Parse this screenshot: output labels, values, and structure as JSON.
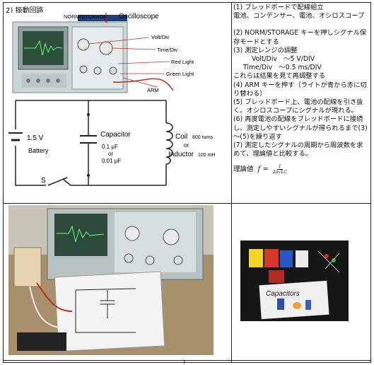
{
  "heading": "2) 振動回路",
  "diagram": {
    "labels": {
      "norm_storage": "NORM/STORAGE",
      "oscilloscope": "Oscilloscope",
      "volt_div": "Volt/Div",
      "time_div": "Time/Div",
      "red_light": "Red Light",
      "green_light": "Green Light",
      "arm": "ARM"
    },
    "circuit": {
      "battery_value": "1.5 V",
      "battery_label": "Battery",
      "capacitor_label": "Capacitor",
      "cap_value_1": "0.1 μF",
      "cap_or": "or",
      "cap_value_2": "0.01 μF",
      "coil_label": "Coil",
      "coil_turns": "800 turns",
      "coil_or": "or",
      "inductor_label": "Inductor",
      "inductor_value": "100 mH",
      "switch_label": "S"
    }
  },
  "photo_capacitors": {
    "label": "Capacitors"
  },
  "steps": [
    "(1) ブレッドボードで配線組立",
    "電池、コンデンサー、電池、オシロスコープ",
    "(2) NORM/STORAGE キーを押しシグナル保存モードとする",
    "(3) 測定レンジの調整",
    "Volt/Div　～5 V/DIV",
    "Time/Div　～0.5 ms/DIV",
    "これらは結果を見て再調整する",
    "(4) ARM キーを押す（ライトが青から赤に切り替わる）",
    "(5) ブレッドボード上、電池の配線を引き抜く。オシロスコープにシグナルが現れる。",
    "(6) 再度電池の配線をブレッドボードに接続し、測定しやすいシグナルが得られるまで(3)～(5)を繰り返す",
    "(7) 測定したシグナルの周期から周波数を求めて、理論値と比較する。"
  ],
  "theory": {
    "label": "理論値",
    "lhs": "f =",
    "numerator": "1",
    "denominator": "2π√LC"
  }
}
